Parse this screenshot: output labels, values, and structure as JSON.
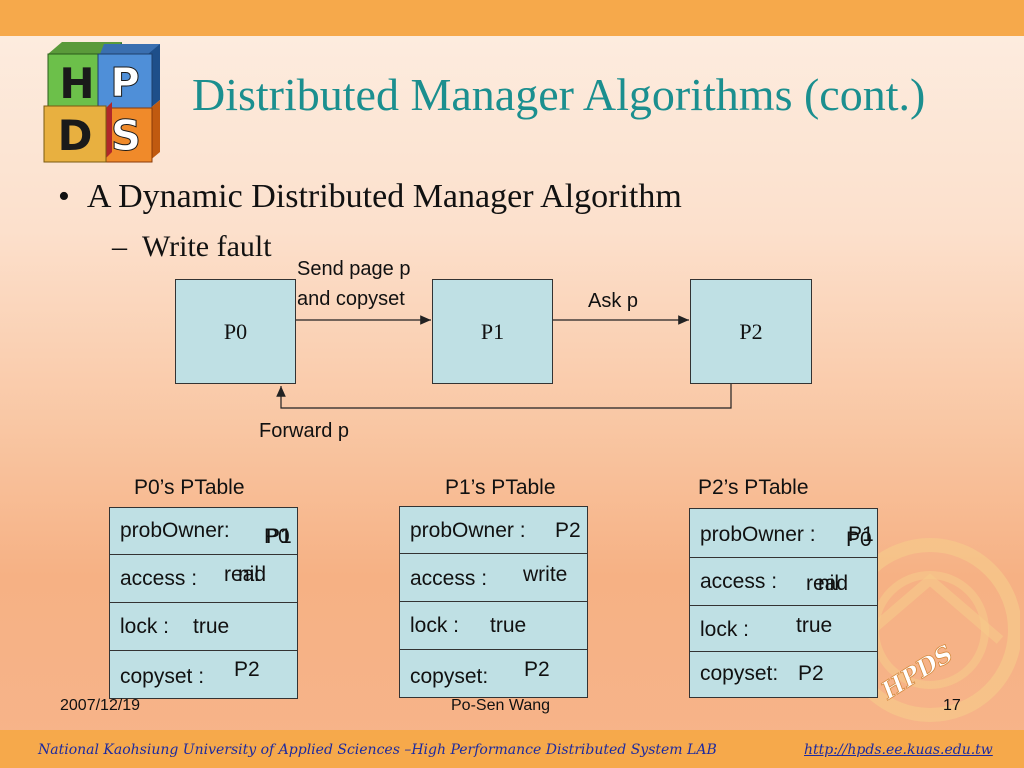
{
  "logo": {
    "letters": [
      "H",
      "P",
      "D",
      "S"
    ]
  },
  "title": "Distributed Manager Algorithms (cont.)",
  "bullet": "A Dynamic Distributed Manager Algorithm",
  "subbullet": "Write fault",
  "diagram": {
    "processes": [
      "P0",
      "P1",
      "P2"
    ],
    "edges": {
      "p1_to_p0_line1": "Send page p",
      "p1_to_p0_line2": "and copyset",
      "p1_to_p2": "Ask p",
      "p2_to_p0": "Forward p"
    }
  },
  "tables": [
    {
      "title": "P0’s PTable",
      "rows": [
        {
          "label": "probOwner:",
          "value": "P1",
          "overlay": "P0"
        },
        {
          "label": "access :",
          "value": "nil",
          "overlay": "read"
        },
        {
          "label": "lock :",
          "value": "true",
          "overlay": ""
        },
        {
          "label": "copyset :",
          "value": "P2",
          "overlay": ""
        }
      ]
    },
    {
      "title": "P1’s PTable",
      "rows": [
        {
          "label": "probOwner :",
          "value": "P2",
          "overlay": ""
        },
        {
          "label": "access :",
          "value": "write",
          "overlay": ""
        },
        {
          "label": "lock :",
          "value": "true",
          "overlay": ""
        },
        {
          "label": "copyset:",
          "value": "P2",
          "overlay": ""
        }
      ]
    },
    {
      "title": "P2’s PTable",
      "rows": [
        {
          "label": "probOwner :",
          "value": "P1",
          "overlay": "P0"
        },
        {
          "label": "access :",
          "value": "nil",
          "overlay": "read"
        },
        {
          "label": "lock :",
          "value": "true",
          "overlay": ""
        },
        {
          "label": "copyset:",
          "value": "P2",
          "overlay": ""
        }
      ]
    }
  ],
  "footer": {
    "date": "2007/12/19",
    "author": "Po-Sen Wang",
    "page": "17",
    "institution": "National Kaohsiung University of  Applied Sciences –High Performance Distributed System LAB",
    "url": "http://hpds.ee.kuas.edu.tw",
    "watermark": "HPDS"
  }
}
